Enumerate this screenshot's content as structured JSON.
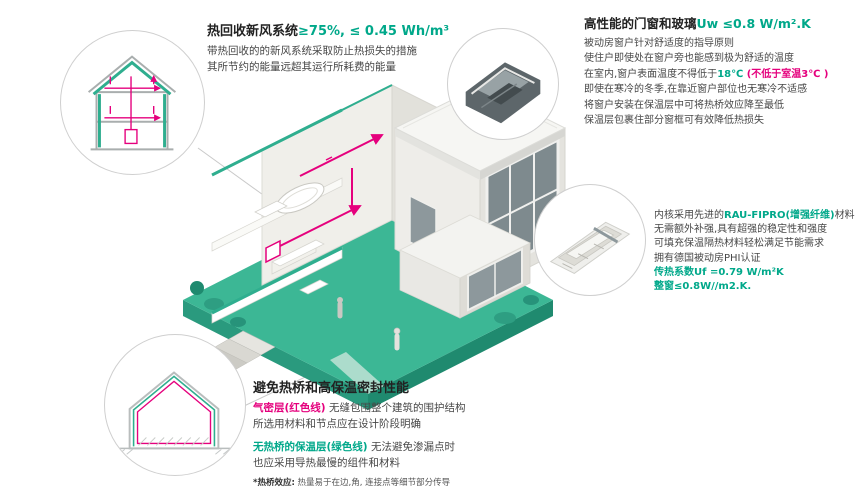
{
  "palette": {
    "accent_green": "#00A88A",
    "accent_magenta": "#E5007D",
    "platform_teal": "#3CB795",
    "text_dark": "#3C3C3C"
  },
  "heat_recovery": {
    "title_black": "热回收新风系统",
    "title_green": "≥75%, ≤ 0.45 Wh/m³",
    "line1": "带热回收的的新风系统采取防止热损失的措施",
    "line2": "其所节约的能量远超其运行所耗费的能量"
  },
  "windows": {
    "title_black": "高性能的门窗和玻璃",
    "title_green": "Uw ≤0.8 W/m².K",
    "line1": "被动房窗户针对舒适度的指导原则",
    "line2": "使住户即使处在窗户旁也能感到极为舒适的温度",
    "line3_pre": "在室内,窗户表面温度不得低于",
    "line3_temp": "18℃",
    "line3_note": " (不低于室温3℃ )",
    "line4": "即使在寒冷的冬季,在靠近窗户部位也无寒冷不适感",
    "line5": "将窗户安装在保温层中可将热桥效应降至最低",
    "line6": "保温层包裹住部分窗框可有效降低热损失"
  },
  "frame": {
    "line1_pre": "内核采用先进的",
    "line1_green": "RAU-FIPRO(增强纤维)",
    "line1_post": "材料",
    "line2": "无需额外补强,具有超强的稳定性和强度",
    "line3": "可填充保温隔热材料轻松满足节能需求",
    "line4": "拥有德国被动房PHI认证",
    "u_frame": "传热系数Uf =0.79 W/m²K",
    "u_window": "整窗≤0.8W//m2.K."
  },
  "thermal": {
    "title": "避免热桥和高保温密封性能",
    "airtight_label": "气密层(红色线)",
    "airtight_rest": " 无缝包围整个建筑的围护结构",
    "line2": "所选用材料和节点应在设计阶段明确",
    "insulation_label": "无热桥的保温层(绿色线)",
    "insulation_rest": " 无法避免渗漏点时",
    "line4": "也应采用导热最慢的组件和材料",
    "footnote_label": "*热桥效应:",
    "footnote_rest": " 热量易于在边,角, 连接点等细节部分传导"
  }
}
